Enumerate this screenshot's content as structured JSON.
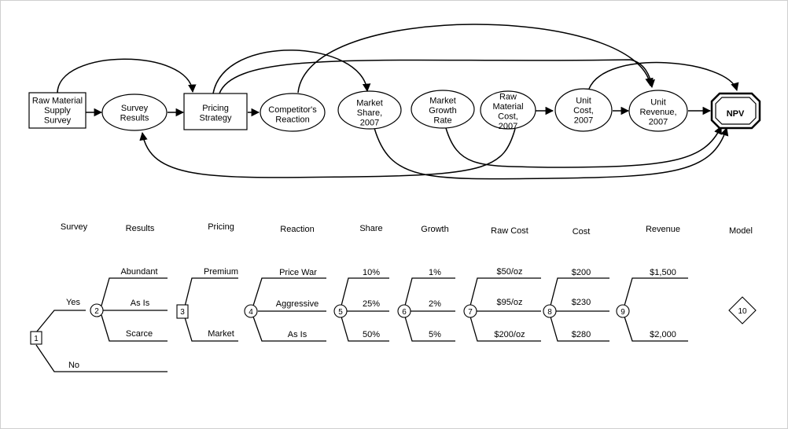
{
  "influence": {
    "nodes": [
      {
        "id": "rawsupply",
        "lines": [
          "Raw Material",
          "Supply",
          "Survey"
        ]
      },
      {
        "id": "survey_results",
        "lines": [
          "Survey",
          "Results"
        ]
      },
      {
        "id": "pricing",
        "lines": [
          "Pricing",
          "Strategy"
        ]
      },
      {
        "id": "reaction",
        "lines": [
          "Competitor's",
          "Reaction"
        ]
      },
      {
        "id": "share",
        "lines": [
          "Market",
          "Share,",
          "2007"
        ]
      },
      {
        "id": "growth",
        "lines": [
          "Market",
          "Growth",
          "Rate"
        ]
      },
      {
        "id": "rawcost",
        "lines": [
          "Raw",
          "Material",
          "Cost,",
          "2007"
        ]
      },
      {
        "id": "unitcost",
        "lines": [
          "Unit",
          "Cost,",
          "2007"
        ]
      },
      {
        "id": "unitrev",
        "lines": [
          "Unit",
          "Revenue,",
          "2007"
        ]
      },
      {
        "id": "npv",
        "lines": [
          "NPV"
        ]
      }
    ]
  },
  "tree": {
    "headers": [
      "Survey",
      "Results",
      "Pricing",
      "Reaction",
      "Share",
      "Growth",
      "Raw Cost",
      "Cost",
      "Revenue",
      "Model"
    ],
    "node_numbers": [
      "1",
      "2",
      "3",
      "4",
      "5",
      "6",
      "7",
      "8",
      "9",
      "10"
    ],
    "survey_branches": [
      "Yes",
      "No"
    ],
    "results_branches": [
      "Abundant",
      "As Is",
      "Scarce"
    ],
    "pricing_branches": [
      "Premium",
      "Market"
    ],
    "reaction_branches": [
      "Price War",
      "Aggressive",
      "As Is"
    ],
    "share_branches": [
      "10%",
      "25%",
      "50%"
    ],
    "growth_branches": [
      "1%",
      "2%",
      "5%"
    ],
    "rawcost_branches": [
      "$50/oz",
      "$95/oz",
      "$200/oz"
    ],
    "cost_branches": [
      "$200",
      "$230",
      "$280"
    ],
    "revenue_branches": [
      "$1,500",
      "$2,000"
    ]
  }
}
